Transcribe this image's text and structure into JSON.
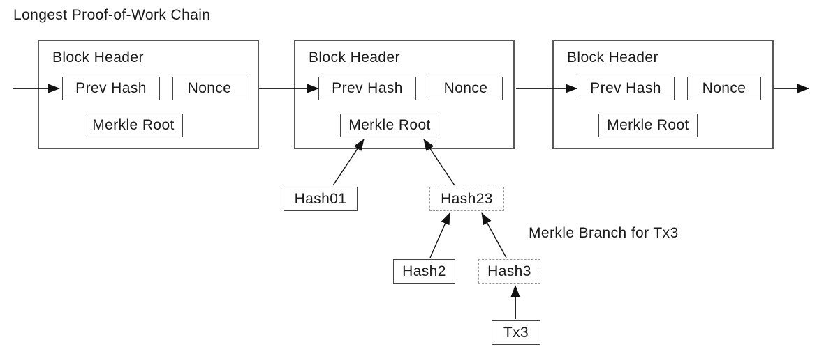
{
  "title": "Longest Proof-of-Work Chain",
  "blocks": [
    {
      "header_label": "Block Header",
      "prev_hash_label": "Prev Hash",
      "nonce_label": "Nonce",
      "merkle_root_label": "Merkle Root"
    },
    {
      "header_label": "Block Header",
      "prev_hash_label": "Prev Hash",
      "nonce_label": "Nonce",
      "merkle_root_label": "Merkle Root"
    },
    {
      "header_label": "Block Header",
      "prev_hash_label": "Prev Hash",
      "nonce_label": "Nonce",
      "merkle_root_label": "Merkle Root"
    }
  ],
  "tree": {
    "hash01": "Hash01",
    "hash23": "Hash23",
    "hash2": "Hash2",
    "hash3": "Hash3",
    "tx3": "Tx3",
    "branch_label": "Merkle Branch for Tx3"
  },
  "colors": {
    "background": "#ffffff",
    "text": "#1a1a1a",
    "block_border": "#595959",
    "solid_box_border": "#434343",
    "dashed_box_border": "#9a9a9a",
    "arrow": "#111111"
  }
}
